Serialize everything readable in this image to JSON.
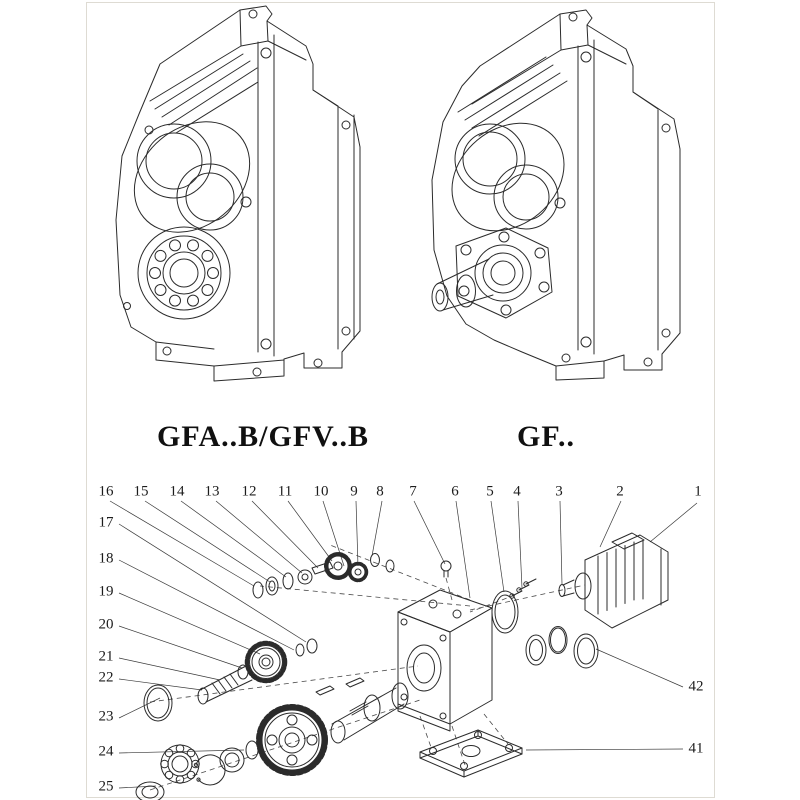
{
  "page": {
    "background": "#ffffff",
    "frame_color": "#dedbd3",
    "line_color": "#2b2b2b"
  },
  "models": {
    "left_label": "GFA..B/GFV..B",
    "right_label": "GF.."
  },
  "exploded": {
    "top_callouts": [
      "16",
      "15",
      "14",
      "13",
      "12",
      "11",
      "10",
      "9",
      "8",
      "7",
      "6",
      "5",
      "4",
      "3",
      "2",
      "1"
    ],
    "left_callouts": [
      "17",
      "18",
      "19",
      "20",
      "21",
      "22",
      "23",
      "24",
      "25"
    ],
    "right_callouts": [
      "42",
      "41"
    ]
  }
}
